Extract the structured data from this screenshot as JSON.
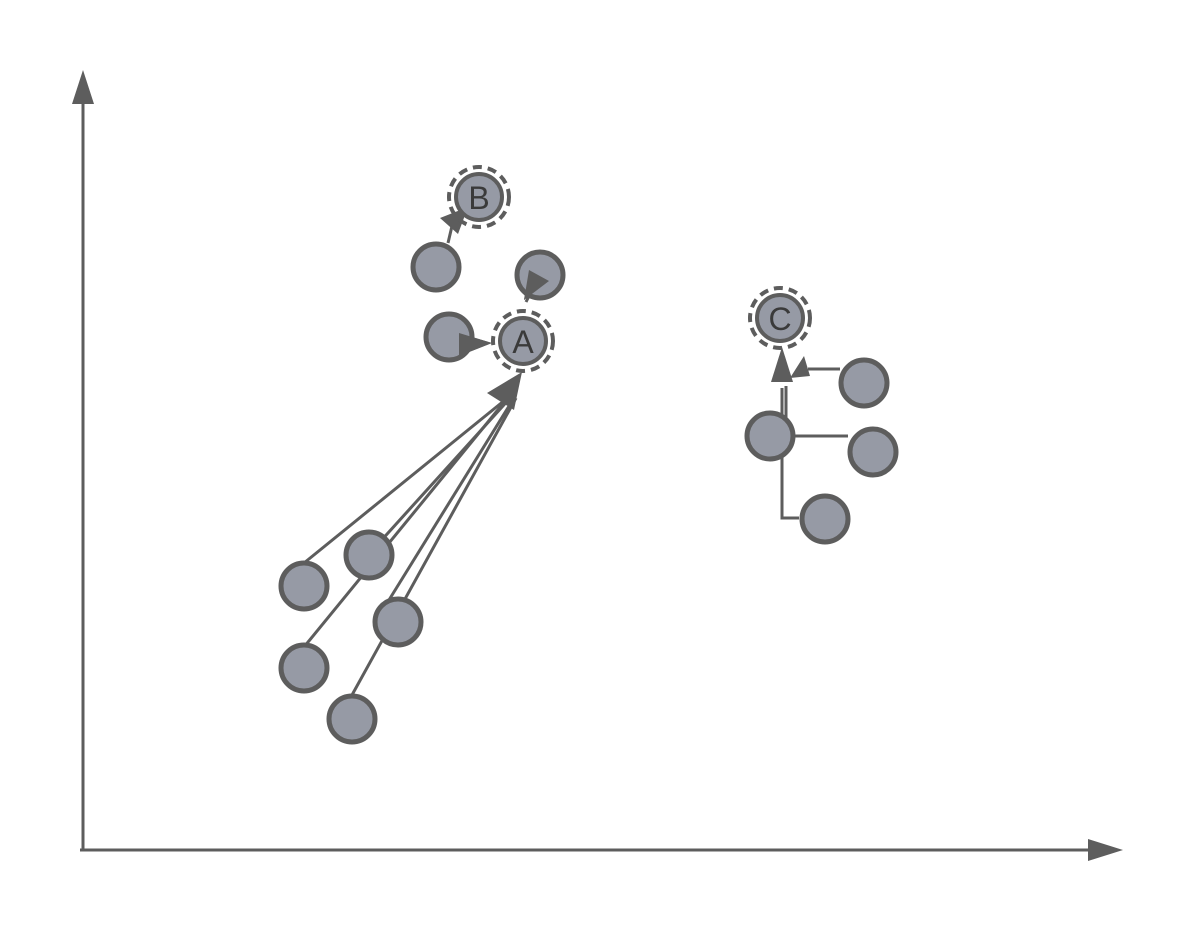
{
  "diagram": {
    "type": "cluster-assignment",
    "colors": {
      "point_fill": "#969aa5",
      "stroke": "#5d5d5d",
      "label_text": "#3a3a3a",
      "background": "#ffffff"
    },
    "centers": [
      {
        "id": "A",
        "label": "A"
      },
      {
        "id": "B",
        "label": "B"
      },
      {
        "id": "C",
        "label": "C"
      }
    ],
    "assignments": [
      {
        "target": "A",
        "count": 7
      },
      {
        "target": "B",
        "count": 1
      },
      {
        "target": "C",
        "count": 4
      }
    ]
  }
}
